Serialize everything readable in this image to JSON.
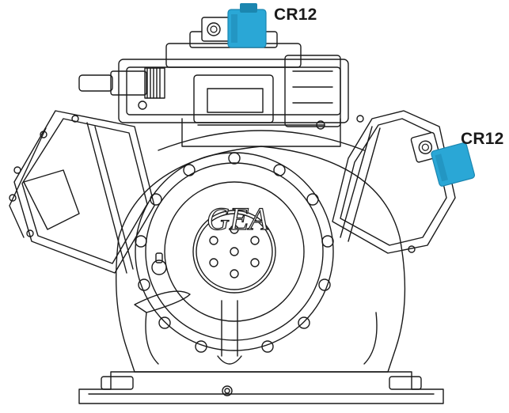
{
  "brand_logo_text": "GEA",
  "callouts": [
    {
      "id": "valve-top",
      "label": "CR12"
    },
    {
      "id": "valve-right",
      "label": "CR12"
    }
  ],
  "colors": {
    "line": "#1a1a1a",
    "solenoid_coil": "#2aa7d6",
    "solenoid_coil_dark": "#1b86b0",
    "background": "#ffffff"
  }
}
